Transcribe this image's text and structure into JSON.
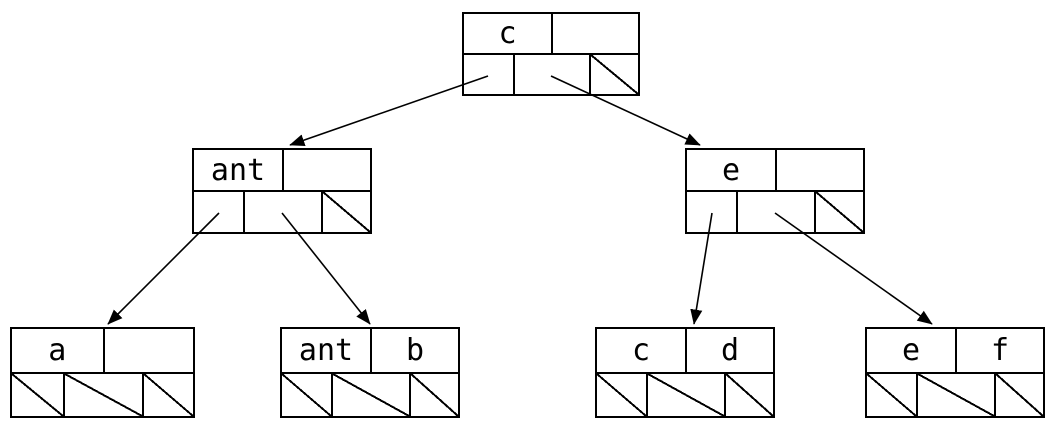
{
  "diagram_type": "search-tree with key cells and pointer cells (slashed cell = null pointer)",
  "nodes": {
    "root": {
      "key1": "c",
      "key2": ""
    },
    "internal_left": {
      "key1": "ant",
      "key2": ""
    },
    "internal_right": {
      "key1": "e",
      "key2": ""
    },
    "leaf_1": {
      "key1": "a",
      "key2": ""
    },
    "leaf_2": {
      "key1": "ant",
      "key2": "b"
    },
    "leaf_3": {
      "key1": "c",
      "key2": "d"
    },
    "leaf_4": {
      "key1": "e",
      "key2": "f"
    }
  },
  "edges": [
    {
      "from": "root",
      "to": "internal_left"
    },
    {
      "from": "root",
      "to": "internal_right"
    },
    {
      "from": "internal_left",
      "to": "leaf_1"
    },
    {
      "from": "internal_left",
      "to": "leaf_2"
    },
    {
      "from": "internal_right",
      "to": "leaf_3"
    },
    {
      "from": "internal_right",
      "to": "leaf_4"
    }
  ],
  "colors": {
    "line": "#000000",
    "background": "#ffffff"
  }
}
